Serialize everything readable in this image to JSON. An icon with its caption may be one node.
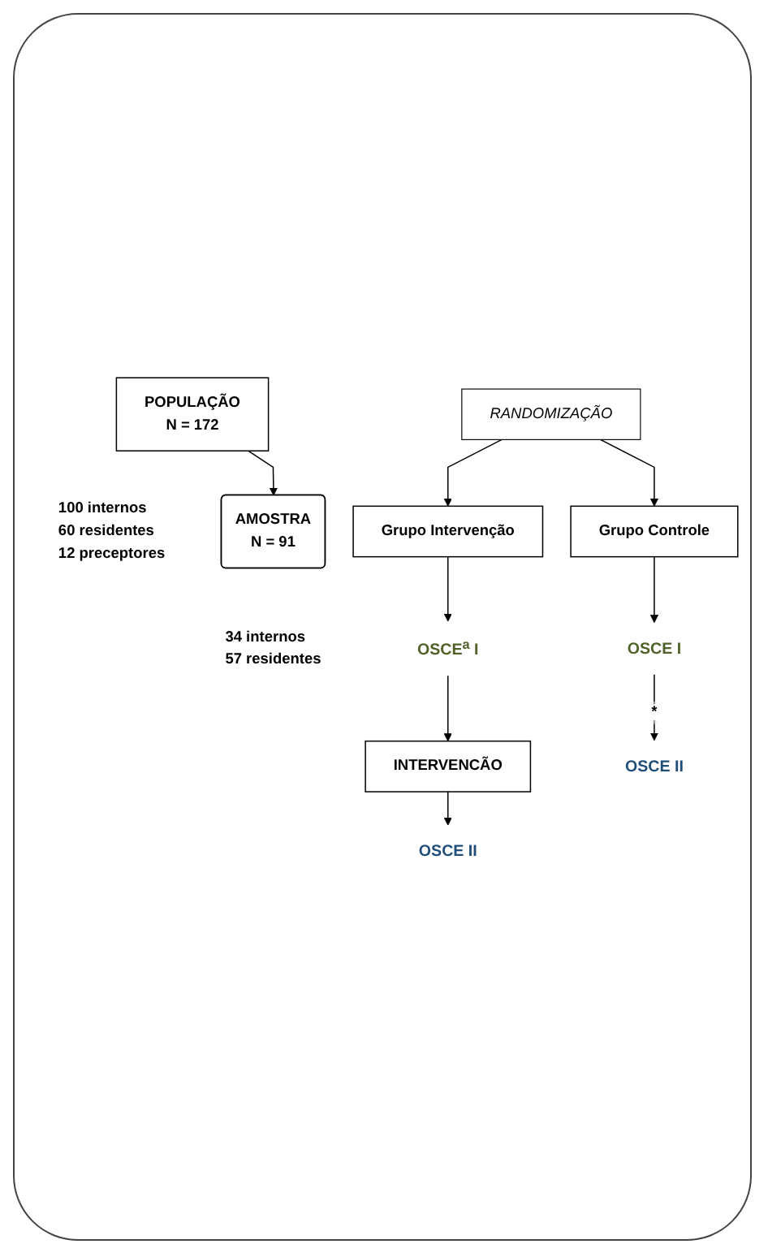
{
  "diagram": {
    "nodes": [
      {
        "text": [
          "POPULAÇÃO",
          "N = 172"
        ],
        "beside": [
          "100 internos",
          "60 residentes",
          "12 preceptores"
        ]
      },
      {
        "text": [
          "AMOSTRA",
          "N = 91"
        ],
        "beside": [
          "34 internos",
          "57 residentes"
        ]
      },
      {
        "text": [
          "RANDOMIZAÇÃO"
        ]
      },
      {
        "text": [
          "Grupo Intervenção"
        ]
      },
      {
        "text": [
          "Grupo Controle"
        ]
      },
      {
        "text": [
          "OSCE$^{a}$ I"
        ]
      },
      {
        "text": [
          "OSCE I"
        ]
      },
      {
        "text": [
          "INTERVENCÃO"
        ]
      },
      {
        "text": [
          "OSCE II"
        ]
      },
      {
        "text": [
          "OSCE II"
        ]
      }
    ],
    "edges": [
      {
        "from": 0,
        "to": 1,
        "arrow": "to"
      },
      {
        "from": 2,
        "to": 3,
        "arrow": "to"
      },
      {
        "from": 2,
        "to": 4,
        "arrow": "to"
      },
      {
        "from": 3,
        "to": 5,
        "arrow": "to"
      },
      {
        "from": 4,
        "to": 6,
        "arrow": "to"
      },
      {
        "from": 5,
        "to": 7,
        "arrow": "to"
      },
      {
        "from": 7,
        "to": 8,
        "arrow": "to"
      },
      {
        "from": 6,
        "to": 9,
        "arrow": "to",
        "label": "*"
      }
    ]
  }
}
